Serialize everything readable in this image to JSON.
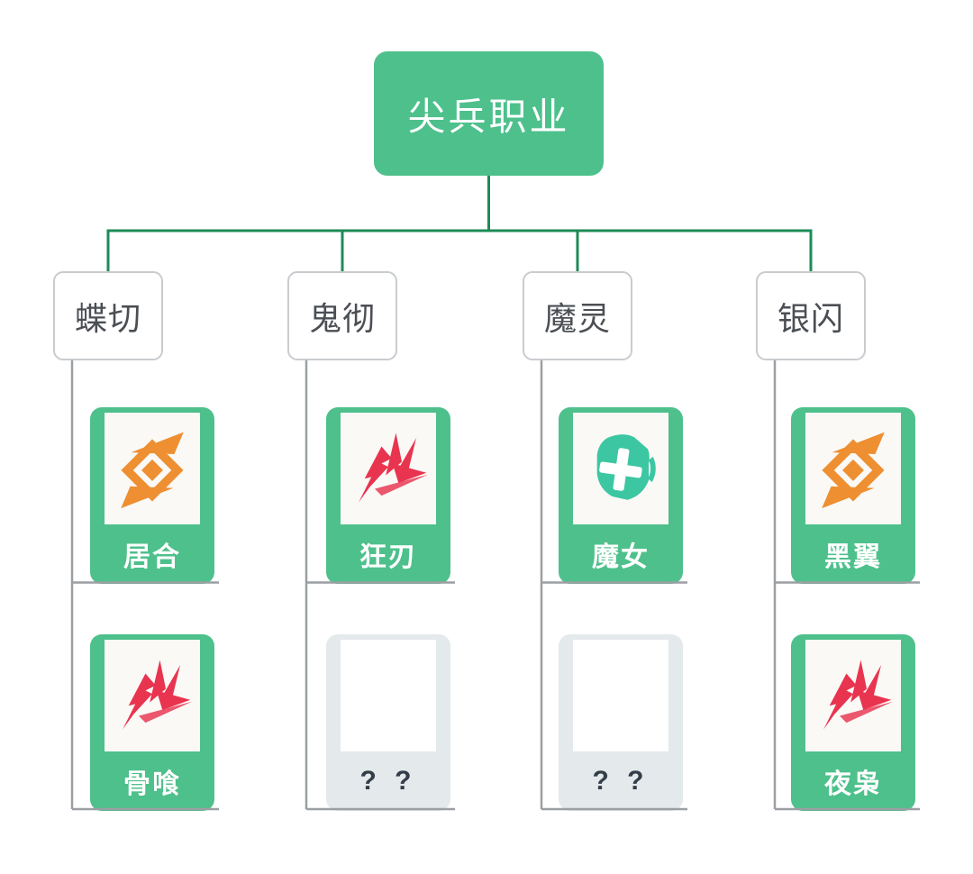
{
  "page": {
    "type": "class-tree-mindmap",
    "background": "#ffffff"
  },
  "root": {
    "label": "尖兵职业"
  },
  "columns": [
    {
      "label": "蝶切",
      "children": [
        {
          "name": "居合",
          "icon": "iai-emblem-icon",
          "known": true
        },
        {
          "name": "骨喰",
          "icon": "fury-slash-icon",
          "known": true
        }
      ]
    },
    {
      "label": "鬼彻",
      "children": [
        {
          "name": "狂刃",
          "icon": "fury-slash-icon",
          "known": true
        },
        {
          "name": "? ?",
          "icon": "",
          "known": false
        }
      ]
    },
    {
      "label": "魔灵",
      "children": [
        {
          "name": "魔女",
          "icon": "medic-cross-icon",
          "known": true
        },
        {
          "name": "? ?",
          "icon": "",
          "known": false
        }
      ]
    },
    {
      "label": "银闪",
      "children": [
        {
          "name": "黑翼",
          "icon": "iai-emblem-icon",
          "known": true
        },
        {
          "name": "夜枭",
          "icon": "fury-slash-icon",
          "known": true
        }
      ]
    }
  ],
  "colors": {
    "node_green": "#4ec08c",
    "connector_green": "#1e8b57",
    "connector_gray": "#9b9fa3",
    "branch_border": "#c9cccf",
    "branch_text": "#4b4f54",
    "unknown_bg": "#e4e9ec",
    "unknown_text": "#333e48",
    "icon_orange": "#ee8f31",
    "icon_red": "#e8344f",
    "icon_teal": "#3cc7a2"
  }
}
